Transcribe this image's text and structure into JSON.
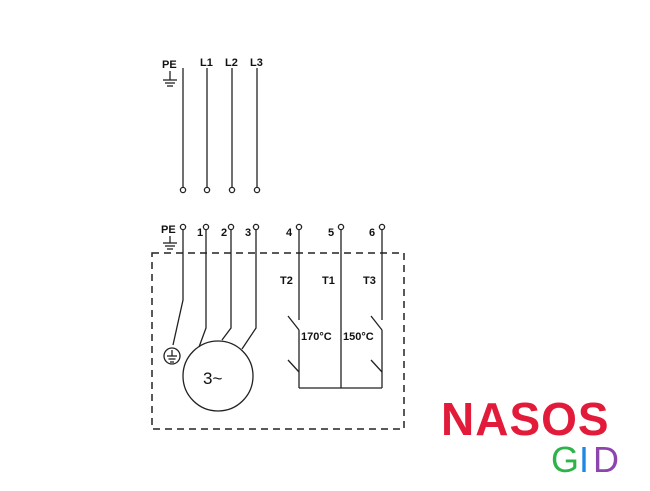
{
  "diagram": {
    "supply": {
      "pe_label": "PE",
      "lines": [
        "L1",
        "L2",
        "L3"
      ]
    },
    "motor_terminals": {
      "pe_label": "PE",
      "numbers": [
        "1",
        "2",
        "3"
      ]
    },
    "thermal_terminals": [
      "4",
      "5",
      "6"
    ],
    "thermostats": [
      "T2",
      "T1",
      "T3"
    ],
    "temps": [
      "170°C",
      "150°C"
    ],
    "motor_label": "3~"
  },
  "watermark": {
    "top": "NASOS",
    "bottom_letters": [
      "G",
      "I",
      "D"
    ],
    "colors": {
      "top": "#e31b3b",
      "g": "#2cb34a",
      "i": "#1e88e5",
      "d": "#8e44ad"
    }
  }
}
